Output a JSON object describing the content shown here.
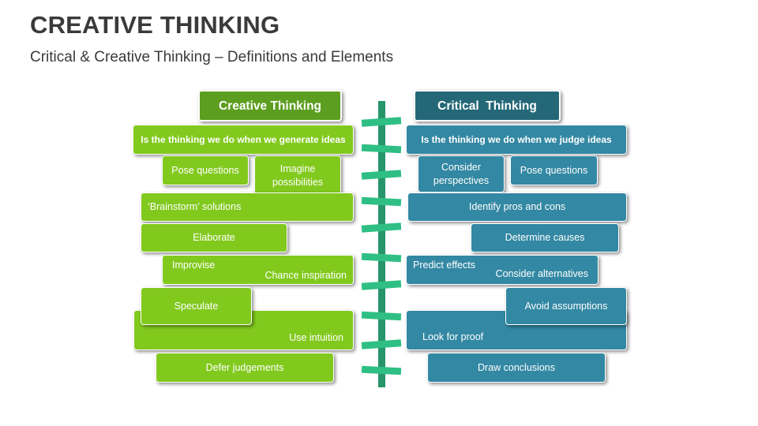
{
  "title": "CREATIVE THINKING",
  "subtitle": "Critical & Creative Thinking – Definitions and Elements",
  "creative": {
    "header": "Creative Thinking",
    "definition": "Is the thinking we do when we generate ideas",
    "items": [
      "Pose questions",
      "Imagine possibilities",
      "‘Brainstorm’ solutions",
      "Elaborate",
      "Improvise",
      "Chance inspiration",
      "Speculate",
      "Use intuition",
      "Defer judgements"
    ]
  },
  "critical": {
    "header": "Critical  Thinking",
    "definition": "Is the thinking we do when we judge ideas",
    "items": [
      "Consider perspectives",
      "Pose questions",
      "Identify pros and cons",
      "Determine causes",
      "Predict effects",
      "Consider alternatives",
      "Avoid assumptions",
      "Look for proof",
      "Draw conclusions"
    ]
  },
  "colors": {
    "creative_box": "#82c91e",
    "creative_header": "#5c9e1f",
    "critical_box": "#3388a3",
    "critical_header": "#246878",
    "pole": "#27956a",
    "strips": "#2fbf85",
    "title_text": "#3a3a3a"
  }
}
